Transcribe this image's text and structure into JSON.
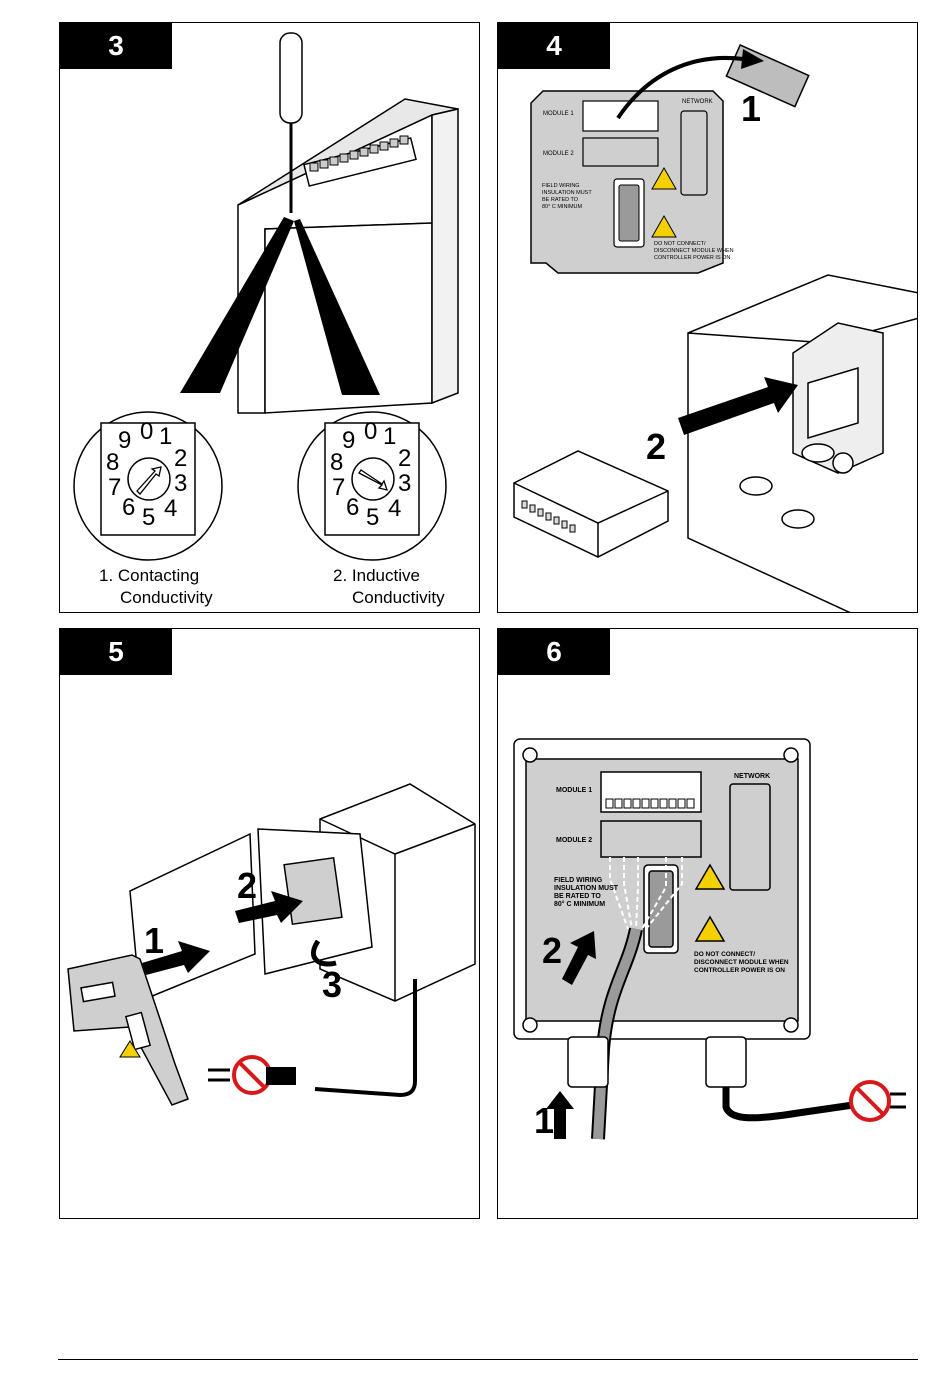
{
  "panels": [
    {
      "step": "3",
      "dial_digits": [
        "0",
        "1",
        "2",
        "3",
        "4",
        "5",
        "6",
        "7",
        "8",
        "9"
      ],
      "labels": {
        "contacting_1": "1. Contacting",
        "contacting_2": "Conductivity",
        "inductive_1": "2. Inductive",
        "inductive_2": "Conductivity"
      }
    },
    {
      "step": "4",
      "module_1": "MODULE 1",
      "module_2": "MODULE 2",
      "network": "NETWORK",
      "field_wiring": [
        "FIELD WIRING",
        "INSULATION MUST",
        "BE RATED TO",
        "80° C MINIMUM"
      ],
      "warning": [
        "DO NOT CONNECT/",
        "DISCONNECT MODULE WHEN",
        "CONTROLLER POWER IS ON"
      ],
      "callout_1": "1",
      "callout_2": "2"
    },
    {
      "step": "5",
      "callout_1": "1",
      "callout_2": "2",
      "callout_3": "3"
    },
    {
      "step": "6",
      "module_1": "MODULE 1",
      "module_2": "MODULE 2",
      "network": "NETWORK",
      "field_wiring": [
        "FIELD WIRING",
        "INSULATION MUST",
        "BE RATED TO",
        "80° C MINIMUM"
      ],
      "warning": [
        "DO NOT CONNECT/",
        "DISCONNECT MODULE WHEN",
        "CONTROLLER POWER IS ON"
      ],
      "callout_1": "1",
      "callout_2": "2"
    }
  ],
  "colors": {
    "ink": "#000000",
    "panel_gray": "#cfcfcf",
    "module_gray": "#9a9a9a",
    "warning_yellow": "#f5d000",
    "no_sign_red": "#d7191c"
  }
}
